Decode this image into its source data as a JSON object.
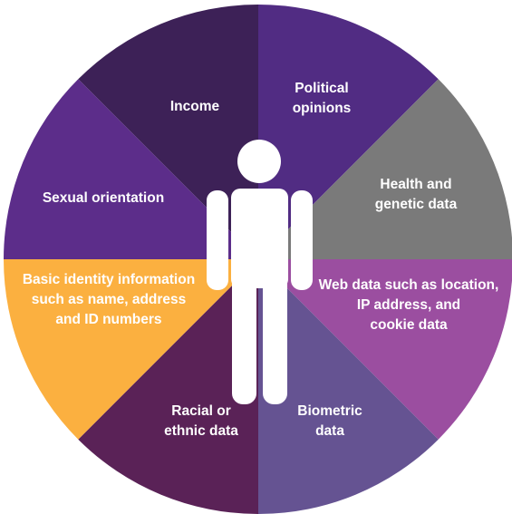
{
  "categories": [
    {
      "lines": [
        "Income"
      ],
      "color": "#3d2157"
    },
    {
      "lines": [
        "Political",
        "opinions"
      ],
      "color": "#512c83"
    },
    {
      "lines": [
        "Health and",
        "genetic data"
      ],
      "color": "#7a7a7a"
    },
    {
      "lines": [
        "Web data such as location,",
        "IP address, and",
        "cookie data"
      ],
      "color": "#9b4ea0"
    },
    {
      "lines": [
        "Biometric",
        "data"
      ],
      "color": "#655392"
    },
    {
      "lines": [
        "Racial or",
        "ethnic data"
      ],
      "color": "#5a2257"
    },
    {
      "lines": [
        "Basic identity information",
        "such as name, address",
        "and ID numbers"
      ],
      "color": "#fbb040"
    },
    {
      "lines": [
        "Sexual orientation"
      ],
      "color": "#5c2d8a"
    }
  ],
  "figure": {
    "icon": "person-silhouette-icon",
    "color": "#ffffff"
  }
}
